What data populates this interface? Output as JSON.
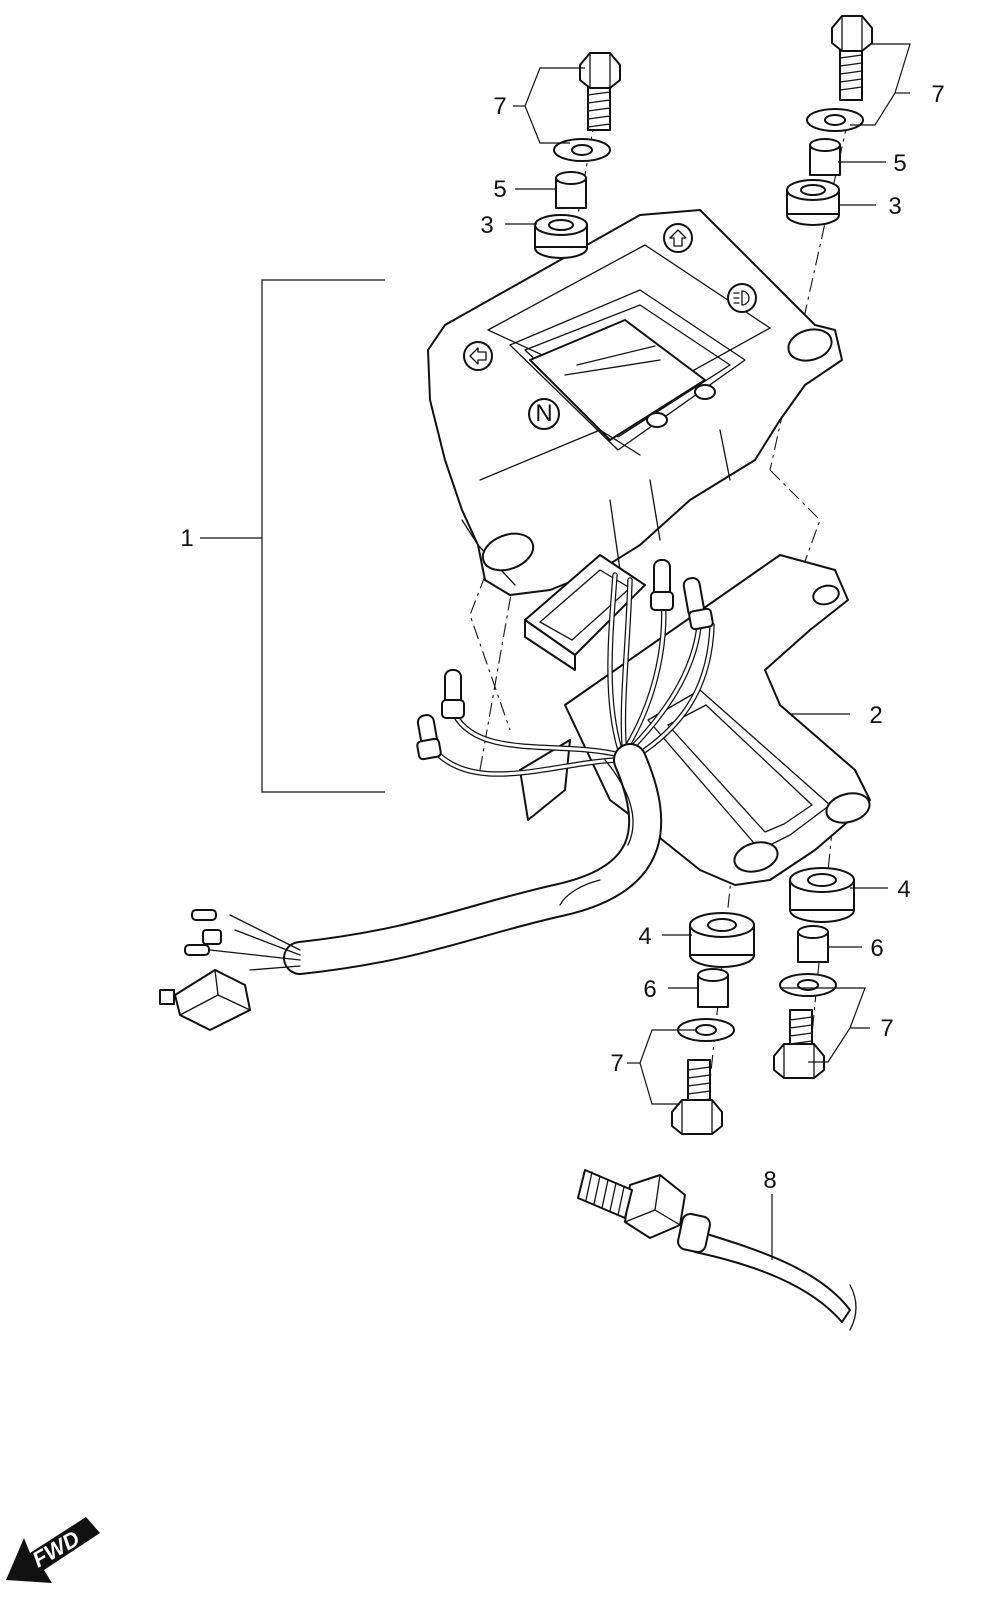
{
  "callouts": {
    "c1": "1",
    "c2": "2",
    "c3a": "3",
    "c3b": "3",
    "c4a": "4",
    "c4b": "4",
    "c5a": "5",
    "c5b": "5",
    "c6a": "6",
    "c6b": "6",
    "c7a": "7",
    "c7b": "7",
    "c7c": "7",
    "c7d": "7",
    "c8": "8"
  },
  "indicators": {
    "neutral": "N"
  },
  "fwd_label": "FWD",
  "colors": {
    "line": "#111111",
    "background": "#ffffff"
  }
}
